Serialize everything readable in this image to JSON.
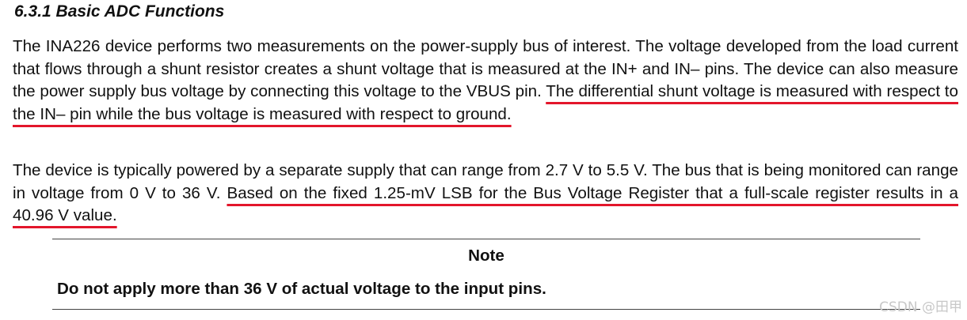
{
  "section": {
    "heading": "6.3.1 Basic ADC Functions"
  },
  "paragraphs": [
    {
      "lead": "The INA226 device performs two measurements on the power-supply bus of interest. The voltage developed from the load current that flows through a shunt resistor creates a shunt voltage that is measured at the IN+ and IN– pins. The device can also measure the power supply bus voltage by connecting this voltage to the VBUS pin. ",
      "highlight": "The differential shunt voltage is measured with respect to the IN– pin while the bus voltage is measured with respect to ground."
    },
    {
      "lead": "The device is typically powered by a separate supply that can range from 2.7 V to 5.5 V. The bus that is being monitored can range in voltage from 0 V to 36 V. ",
      "highlight": "Based on the fixed 1.25-mV LSB for the Bus Voltage Register that a full-scale register results in a 40.96 V value."
    }
  ],
  "note": {
    "title": "Note",
    "body": "Do not apply more than 36 V of actual voltage to the input pins."
  },
  "colors": {
    "highlight_underline": "#e3162b",
    "text": "#111111",
    "watermark": "#c8c8c8"
  },
  "watermark": {
    "text": "CSDN @田甲"
  }
}
